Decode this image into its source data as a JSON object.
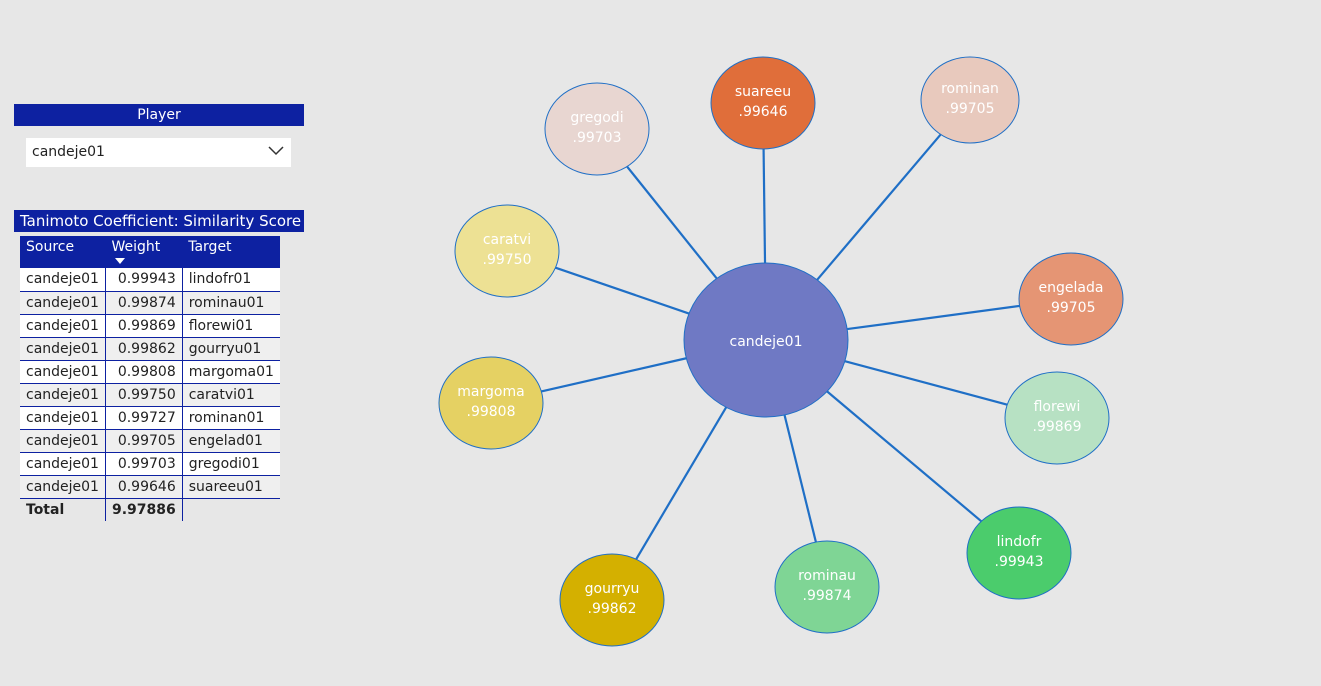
{
  "slicer": {
    "header": "Player",
    "selected": "candeje01"
  },
  "table": {
    "title": "Tanimoto Coefficient: Similarity Score",
    "columns": [
      "Source",
      "Weight",
      "Target"
    ],
    "rows": [
      [
        "candeje01",
        "0.99943",
        "lindofr01"
      ],
      [
        "candeje01",
        "0.99874",
        "rominau01"
      ],
      [
        "candeje01",
        "0.99869",
        "florewi01"
      ],
      [
        "candeje01",
        "0.99862",
        "gourryu01"
      ],
      [
        "candeje01",
        "0.99808",
        "margoma01"
      ],
      [
        "candeje01",
        "0.99750",
        "caratvi01"
      ],
      [
        "candeje01",
        "0.99727",
        "rominan01"
      ],
      [
        "candeje01",
        "0.99705",
        "engelad01"
      ],
      [
        "candeje01",
        "0.99703",
        "gregodi01"
      ],
      [
        "candeje01",
        "0.99646",
        "suareeu01"
      ]
    ],
    "total_label": "Total",
    "total_value": "9.97886"
  },
  "network": {
    "center": {
      "label": "candeje01",
      "color": "#6f79c4"
    },
    "nodes": [
      {
        "name": "suareeu",
        "score": ".99646",
        "color": "#e06e3a"
      },
      {
        "name": "rominan",
        "score": ".99705",
        "color": "#e8c9bd"
      },
      {
        "name": "engelada",
        "score": ".99705",
        "color": "#e59574"
      },
      {
        "name": "florewi",
        "score": ".99869",
        "color": "#b7e1c3"
      },
      {
        "name": "lindofr",
        "score": ".99943",
        "color": "#4bcc6c"
      },
      {
        "name": "rominau",
        "score": ".99874",
        "color": "#7fd595"
      },
      {
        "name": "gourryu",
        "score": ".99862",
        "color": "#d4b000"
      },
      {
        "name": "margoma",
        "score": ".99808",
        "color": "#e5d163"
      },
      {
        "name": "caratvi",
        "score": ".99750",
        "color": "#ede194"
      },
      {
        "name": "gregodi",
        "score": ".99703",
        "color": "#e8d6d1"
      }
    ],
    "edge_color": "#1f6fc6"
  }
}
